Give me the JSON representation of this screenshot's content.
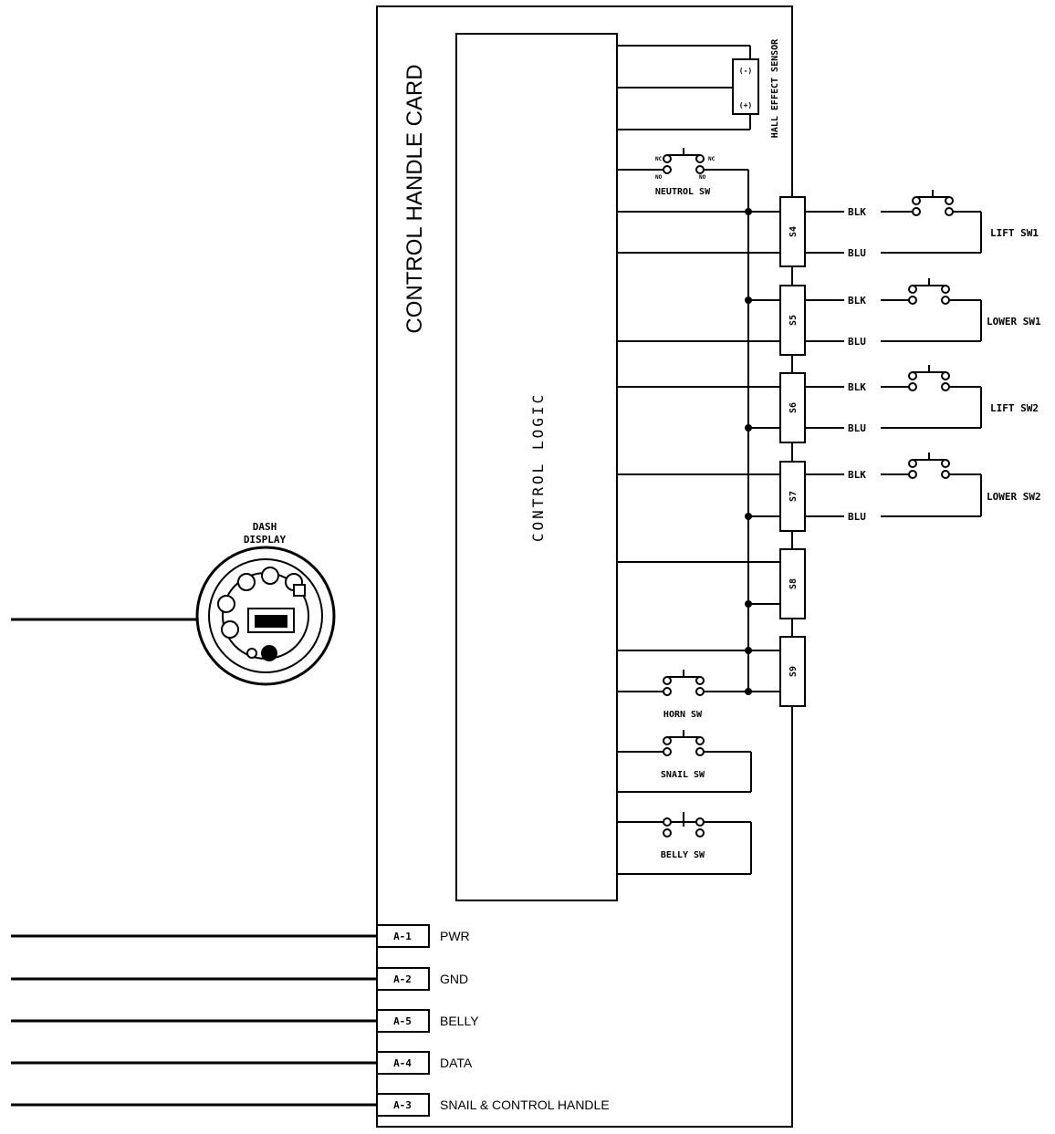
{
  "card": {
    "title": "CONTROL HANDLE CARD",
    "logic_label": "CONTROL LOGIC",
    "hall_sensor_label": "HALL EFFECT SENSOR",
    "hall_minus": "(-)",
    "hall_plus": "(+)"
  },
  "display": {
    "line1": "DASH",
    "line2": "DISPLAY"
  },
  "internal_switches": [
    {
      "label": "NEUTROL SW"
    },
    {
      "label": "HORN SW"
    },
    {
      "label": "SNAIL SW"
    },
    {
      "label": "BELLY SW"
    }
  ],
  "switch_terminals": {
    "nc": "NC",
    "no": "NO"
  },
  "s_connectors": [
    "S4",
    "S5",
    "S6",
    "S7",
    "S8",
    "S9"
  ],
  "wire_colors": {
    "top": "BLK",
    "bottom": "BLU"
  },
  "external_switches": [
    {
      "label": "LIFT SW1"
    },
    {
      "label": "LOWER SW1"
    },
    {
      "label": "LIFT SW2"
    },
    {
      "label": "LOWER SW2"
    }
  ],
  "a_connectors": [
    {
      "pin": "A-1",
      "label": "PWR"
    },
    {
      "pin": "A-2",
      "label": "GND"
    },
    {
      "pin": "A-5",
      "label": "BELLY"
    },
    {
      "pin": "A-4",
      "label": "DATA"
    },
    {
      "pin": "A-3",
      "label": "SNAIL & CONTROL HANDLE"
    }
  ]
}
